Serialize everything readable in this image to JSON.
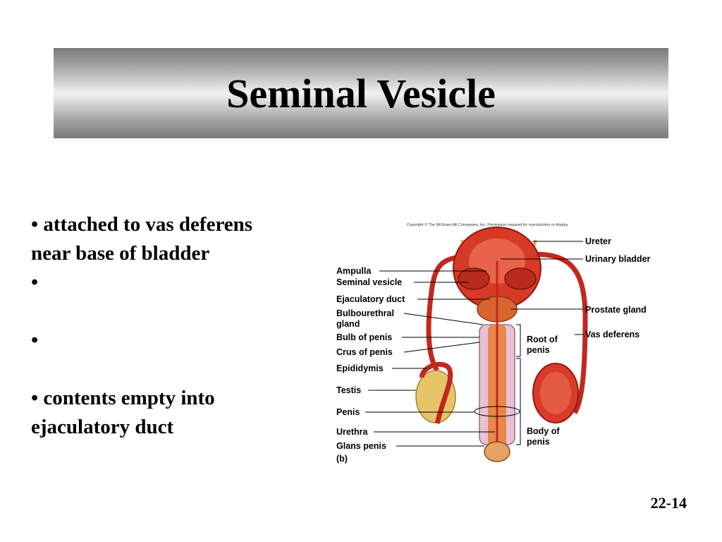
{
  "slide": {
    "title": "Seminal Vesicle",
    "page_number": "22-14"
  },
  "bullets": [
    "• attached to vas deferens near base of bladder",
    "•",
    "•",
    "• contents empty into ejaculatory duct"
  ],
  "figure": {
    "copyright": "Copyright © The McGraw-Hill Companies, Inc. Permission required for reproduction or display.",
    "panel_label": "(b)",
    "labels_left": [
      "Ampulla",
      "Seminal vesicle",
      "Ejaculatory duct",
      "Bulbourethral",
      "gland",
      "Bulb of penis",
      "Crus of penis",
      "Epididymis",
      "Testis",
      "Penis",
      "Urethra",
      "Glans penis"
    ],
    "labels_right": [
      "Ureter",
      "Urinary bladder",
      "Prostate gland",
      "Vas deferens",
      "Root of",
      "penis",
      "Body of",
      "penis"
    ]
  }
}
